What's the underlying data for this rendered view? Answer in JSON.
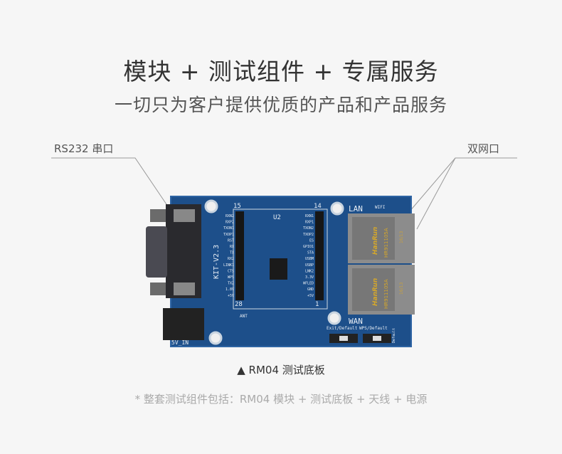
{
  "header": {
    "title": "模块 + 测试组件 + 专属服务",
    "subtitle": "一切只为客户提供优质的产品和产品服务"
  },
  "callouts": {
    "left": "RS232 串口",
    "right": "双网口"
  },
  "board": {
    "version": "KIT-V2.3",
    "chip": "U2",
    "pin15": "15",
    "pin14": "14",
    "pin28": "28",
    "pin1": "1",
    "lan": "LAN",
    "wan": "WAN",
    "wifi": "WIFI",
    "power": "5V_IN",
    "ant": "ANT",
    "btn_exit": "Exit/Default",
    "btn_wps": "WPS/Default",
    "default": "Default",
    "jack_brand": "HanRun",
    "jack_model": "HR911105A",
    "jack_date": "16/13",
    "left_pins": [
      "RXN2",
      "RXP2",
      "TXON1",
      "TXOP1",
      "RST",
      "RX",
      "TX",
      "RX2",
      "LINK1",
      "CTS",
      "WPS",
      "TX2",
      "1.8V",
      "+5V"
    ],
    "right_pins": [
      "RXN1",
      "RXP1",
      "TXON2",
      "TXOP2",
      "ES",
      "GPIO1",
      "STA",
      "USBM",
      "USBP",
      "LNK2",
      "3.3V",
      "WFLED",
      "GND",
      "+5V"
    ]
  },
  "caption": {
    "marker": "▲",
    "text": "RM04 测试底板"
  },
  "footnote": "* 整套测试组件包括：RM04 模块 + 测试底板 + 天线 + 电源",
  "colors": {
    "pcb": "#1d4f8a",
    "background": "#f6f6f6"
  }
}
